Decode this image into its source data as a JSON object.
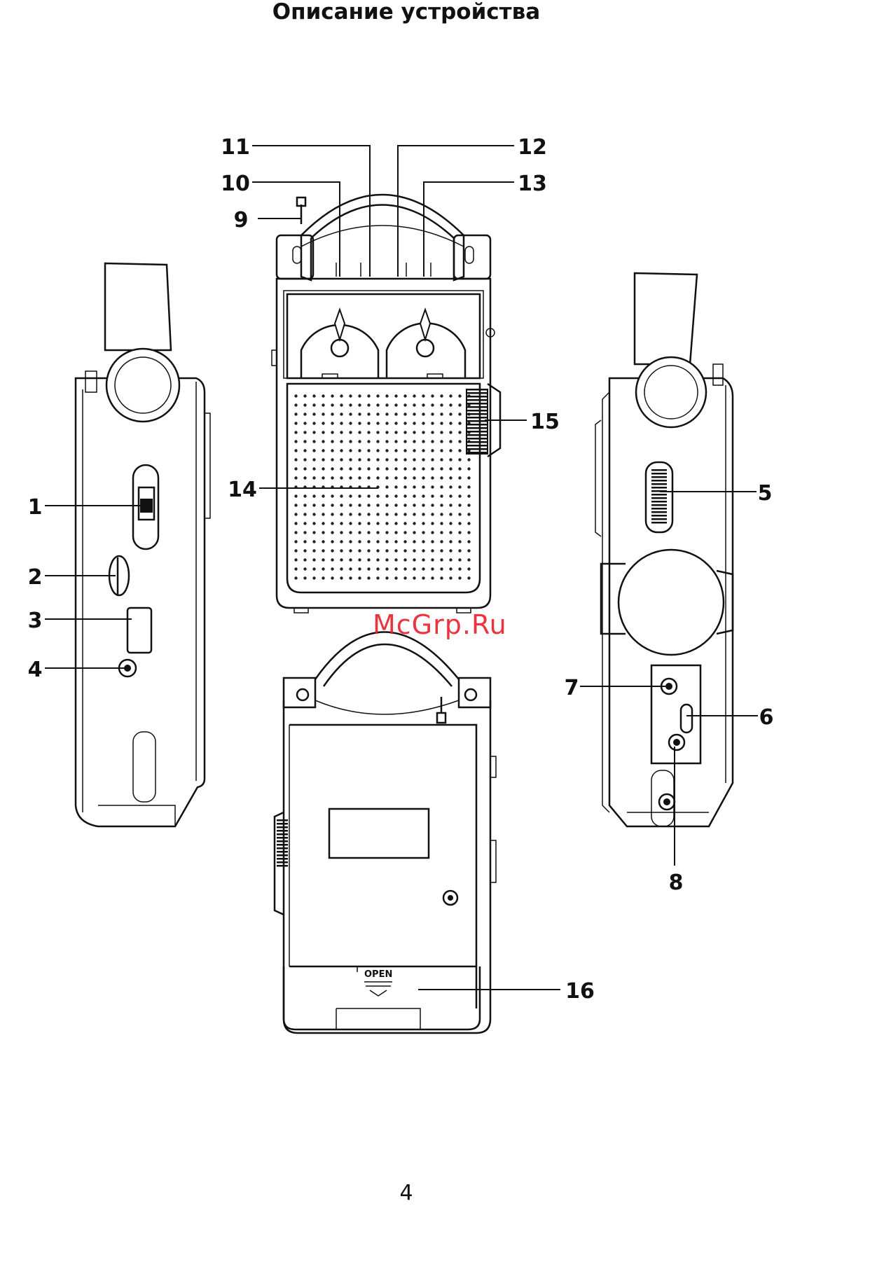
{
  "title": "Описание устройства",
  "watermark": "McGrp.Ru",
  "page_number": "4",
  "open_label": "OPEN",
  "callouts": [
    "1",
    "2",
    "3",
    "4",
    "5",
    "6",
    "7",
    "8",
    "9",
    "10",
    "11",
    "12",
    "13",
    "14",
    "15",
    "16"
  ]
}
